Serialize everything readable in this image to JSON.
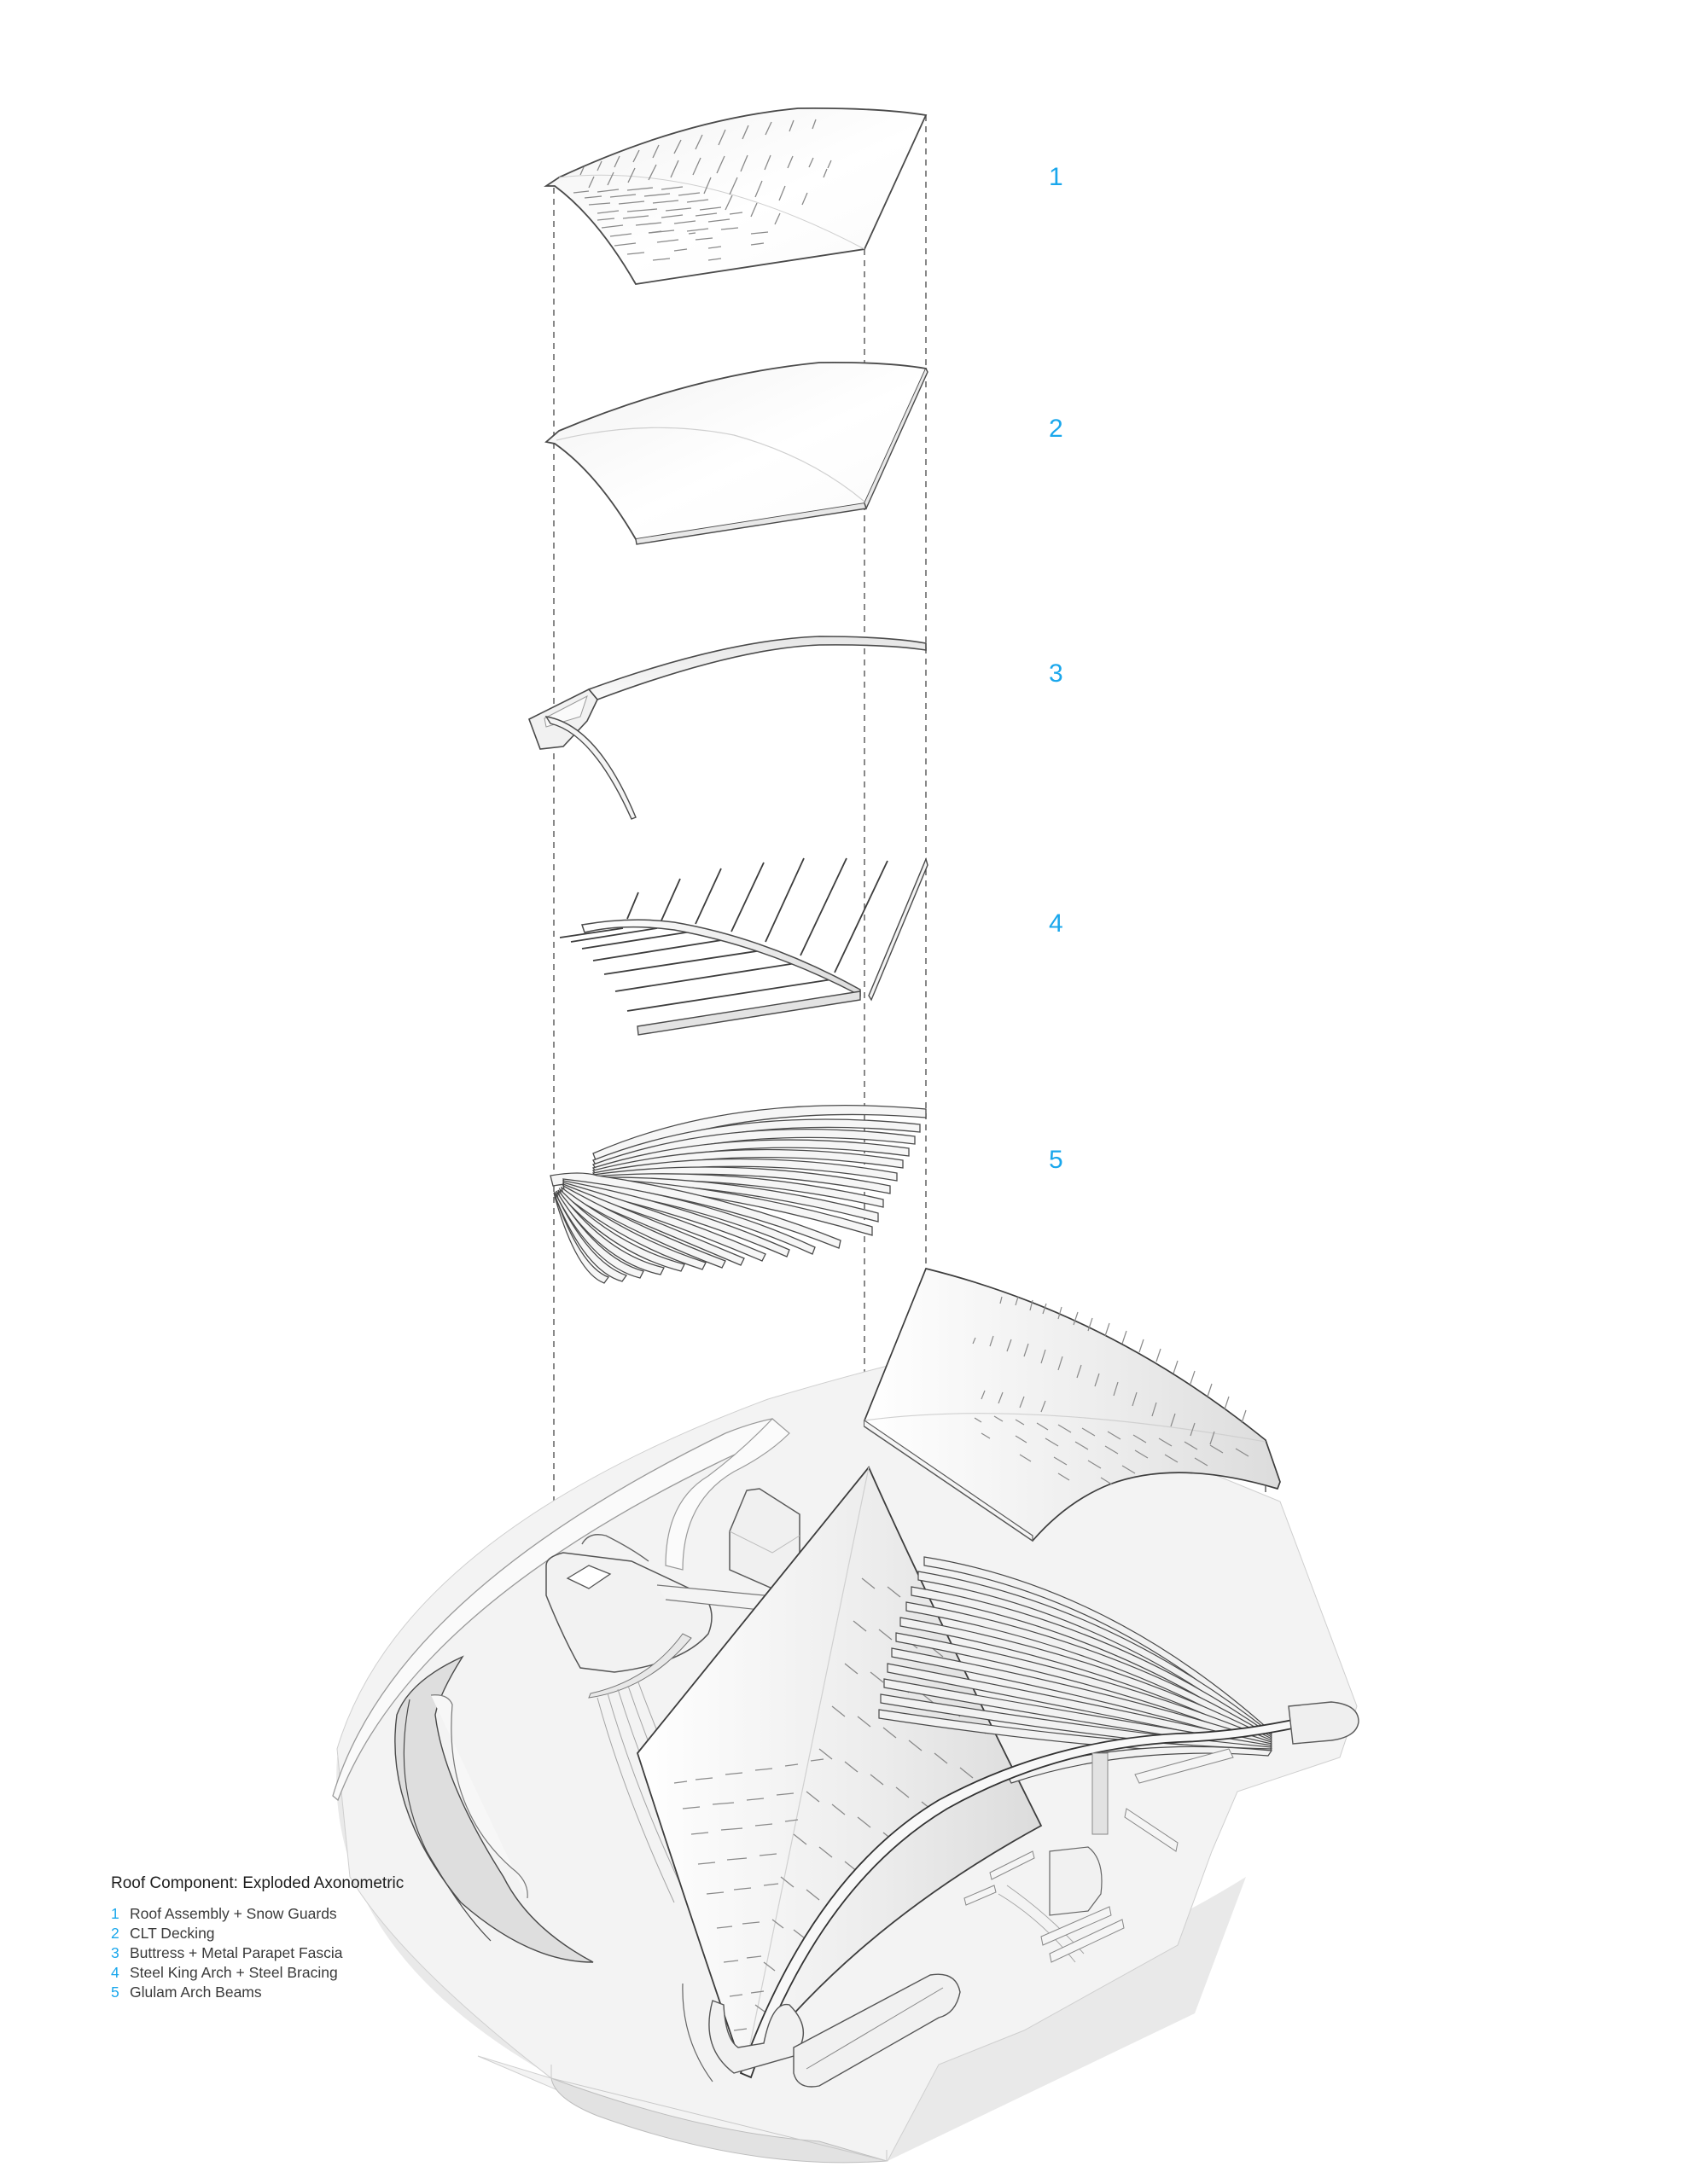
{
  "diagram": {
    "type": "exploded-axonometric",
    "accent_color": "#1aa7ec",
    "line_color": "#4a4a4a",
    "layers": [
      {
        "id": 1,
        "number": "1",
        "label": "Roof Assembly + Snow Guards"
      },
      {
        "id": 2,
        "number": "2",
        "label": "CLT Decking"
      },
      {
        "id": 3,
        "number": "3",
        "label": "Buttress + Metal Parapet Fascia"
      },
      {
        "id": 4,
        "number": "4",
        "label": "Steel King Arch + Steel Bracing"
      },
      {
        "id": 5,
        "number": "5",
        "label": "Glulam Arch Beams"
      }
    ]
  },
  "legend": {
    "title": "Roof Component: Exploded Axonometric",
    "items": [
      {
        "number": "1",
        "label": "Roof Assembly + Snow Guards"
      },
      {
        "number": "2",
        "label": "CLT Decking"
      },
      {
        "number": "3",
        "label": "Buttress + Metal Parapet Fascia"
      },
      {
        "number": "4",
        "label": "Steel King Arch + Steel Bracing"
      },
      {
        "number": "5",
        "label": "Glulam Arch Beams"
      }
    ]
  }
}
